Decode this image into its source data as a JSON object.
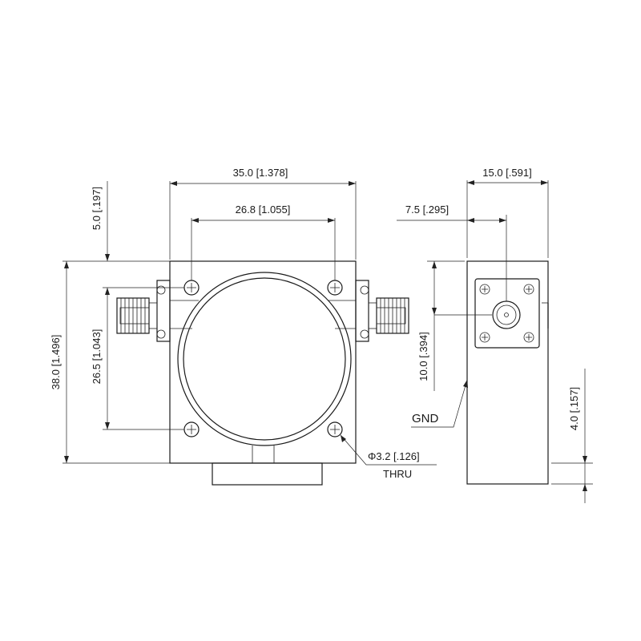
{
  "front_view": {
    "width_label": "35.0 [1.378]",
    "hole_spacing_h_label": "26.8 [1.055]",
    "height_label": "38.0 [1.496]",
    "hole_offset_label": "5.0 [.197]",
    "hole_spacing_v_label": "26.5 [1.043]",
    "hole_dia_label": "Φ3.2 [.126]",
    "hole_thru_label": "THRU"
  },
  "side_view": {
    "depth_label": "15.0 [.591]",
    "connector_offset_label": "7.5 [.295]",
    "connector_height_label": "10.0 [.394]",
    "base_height_label": "4.0 [.157]",
    "gnd_label": "GND"
  }
}
